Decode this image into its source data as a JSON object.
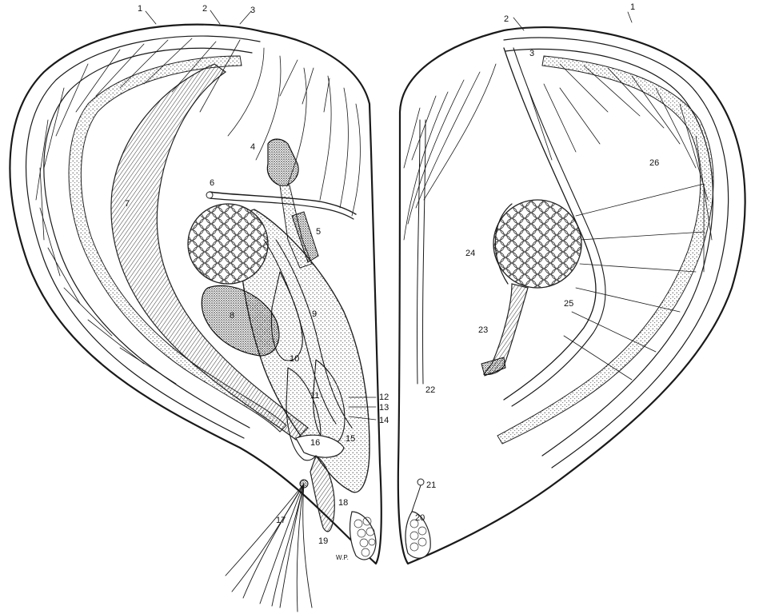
{
  "signature": "W.P.",
  "left_labels": [
    "1",
    "2",
    "3",
    "4",
    "5",
    "6",
    "7",
    "8",
    "9",
    "10",
    "11",
    "12",
    "13",
    "14",
    "15",
    "16",
    "17",
    "18",
    "19"
  ],
  "right_labels": [
    "1",
    "2",
    "3",
    "20",
    "21",
    "22",
    "23",
    "24",
    "25",
    "26"
  ]
}
